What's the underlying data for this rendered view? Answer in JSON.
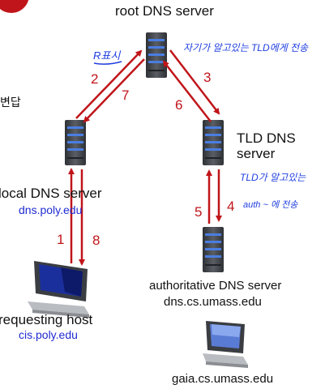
{
  "servers": {
    "root": {
      "label": "root DNS server"
    },
    "tld": {
      "label_line1": "TLD DNS",
      "label_line2": "server"
    },
    "local": {
      "label": "local DNS server",
      "domain": "dns.poly.edu"
    },
    "authoritative": {
      "label": "authoritative DNS server",
      "domain": "dns.cs.umass.edu"
    }
  },
  "hosts": {
    "requesting": {
      "label": "requesting host",
      "domain": "cis.poly.edu"
    },
    "target": {
      "domain": "gaia.cs.umass.edu"
    }
  },
  "steps": [
    "1",
    "2",
    "3",
    "4",
    "5",
    "6",
    "7",
    "8"
  ],
  "annotations": {
    "root_note": "R표시",
    "root_tld_note": "자기가 알고있는 TLD에게 전송",
    "tld_note_1": "TLD가 알고있는",
    "tld_note_2": "auth ~ 에 전송",
    "left_fragment": "변답"
  },
  "colors": {
    "arrow": "#c0151a",
    "domain_text": "#1f2bd0",
    "annotation": "#1f3ee0",
    "server_body": "#4a4d52",
    "server_light": "#4a7de0"
  }
}
